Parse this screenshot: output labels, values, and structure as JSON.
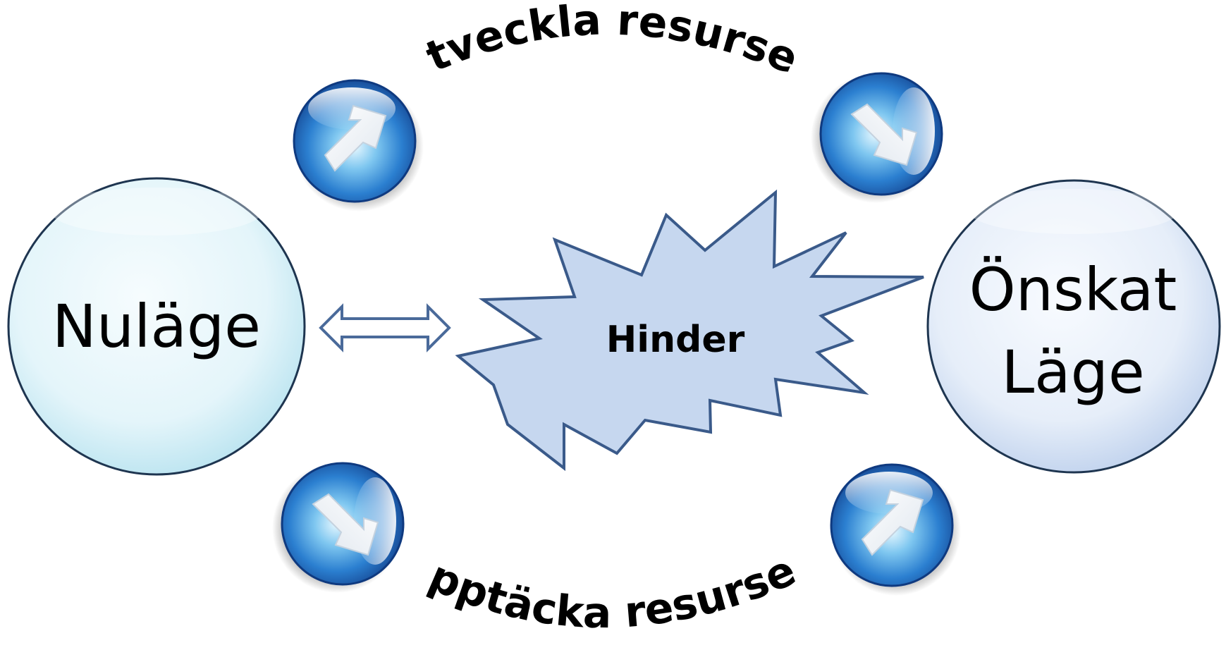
{
  "nodes": {
    "current_state": {
      "label": "Nuläge"
    },
    "desired_state": {
      "line1": "Önskat",
      "line2": "Läge"
    },
    "obstacle": {
      "label": "Hinder"
    }
  },
  "paths": {
    "top": {
      "label": "Utveckla resurser"
    },
    "bottom": {
      "label": "Upptäcka resurser"
    }
  },
  "icons": {
    "orb": "arrow-orb-icon",
    "double_arrow": "double-arrow-icon"
  },
  "colors": {
    "current_state_fill": "#d7f1f8",
    "desired_state_fill": "#dfe8f8",
    "obstacle_fill": "#c6d7ef",
    "outline": "#3a5a8a",
    "orb_blue": "#1f5fb5"
  }
}
